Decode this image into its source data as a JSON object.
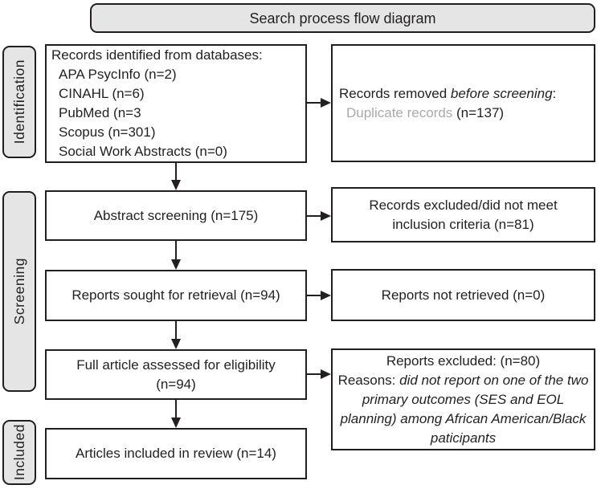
{
  "title": "Search process flow diagram",
  "stages": {
    "identification": "Identification",
    "screening": "Screening",
    "included": "Included"
  },
  "boxes": {
    "records_identified": {
      "heading": "Records identified from databases:",
      "items": [
        "APA PsycInfo (n=2)",
        "CINAHL (n=6)",
        "PubMed (n=3",
        "Scopus (n=301)",
        "Social Work Abstracts (n=0)"
      ]
    },
    "records_removed": {
      "prefix": "Records removed ",
      "italic": "before screening",
      "suffix": ":",
      "duplicate_gray": "Duplicate records ",
      "duplicate_count": "(n=137)"
    },
    "abstract_screening": {
      "text": "Abstract screening (n=175)"
    },
    "records_excluded": {
      "text": "Records excluded/did not meet inclusion criteria (n=81)"
    },
    "reports_sought": {
      "text": "Reports sought for retrieval (n=94)"
    },
    "reports_not_retrieved": {
      "text": "Reports not retrieved (n=0)"
    },
    "full_article": {
      "line1": "Full article assessed for eligibility",
      "line2": "(n=94)"
    },
    "reports_excluded": {
      "line1": "Reports excluded: (n=80)",
      "reasons_label": "Reasons: ",
      "reasons_italic": "did not report on one of the two primary outcomes (SES and EOL planning) among African American/Black paticipants"
    },
    "articles_included": {
      "text": "Articles included in review (n=14)"
    }
  },
  "colors": {
    "border": "#231f20",
    "panel_fill": "#e5e5e5",
    "muted_text": "#a8aaad"
  }
}
